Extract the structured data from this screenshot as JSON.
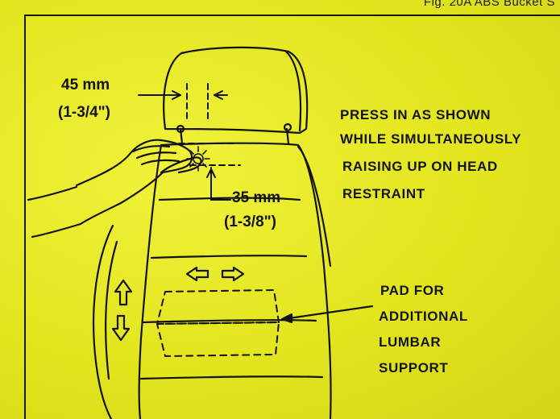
{
  "header": {
    "title": "Fig. 20A ABS Bucket S"
  },
  "dimensions": {
    "width_mm": "45 mm",
    "width_in": "(1-3/4\")",
    "height_mm": "35 mm",
    "height_in": "(1-3/8\")"
  },
  "instructions": {
    "line1": "PRESS IN AS SHOWN",
    "line2": "WHILE SIMULTANEOUSLY",
    "line3": "RAISING UP ON HEAD",
    "line4": "RESTRAINT"
  },
  "pad_label": {
    "line1": "PAD FOR",
    "line2": "ADDITIONAL",
    "line3": "LUMBAR",
    "line4": "SUPPORT"
  },
  "colors": {
    "background": "#e8ea2a",
    "ink": "#14140e"
  }
}
